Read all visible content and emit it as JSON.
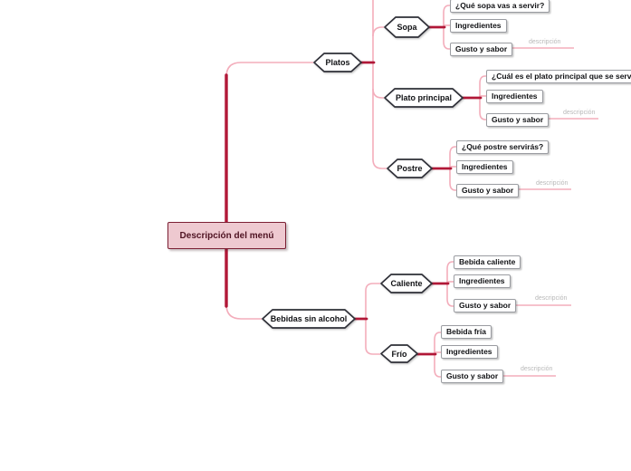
{
  "diagram": {
    "type": "mindmap",
    "root": {
      "label": "Descripción del menú"
    },
    "branches": [
      {
        "label": "Platos",
        "children": [
          {
            "label": "Sopa",
            "items": [
              {
                "label": "¿Qué sopa vas a servir?"
              },
              {
                "label": "Ingredientes"
              },
              {
                "label": "Gusto y sabor",
                "edge_label": "descripción"
              }
            ]
          },
          {
            "label": "Plato principal",
            "items": [
              {
                "label": "¿Cuál es el plato principal que se servirá?"
              },
              {
                "label": "Ingredientes"
              },
              {
                "label": "Gusto y sabor",
                "edge_label": "descripción"
              }
            ]
          },
          {
            "label": "Postre",
            "items": [
              {
                "label": "¿Qué postre servirás?"
              },
              {
                "label": "Ingredientes"
              },
              {
                "label": "Gusto y sabor",
                "edge_label": "descripción"
              }
            ]
          }
        ]
      },
      {
        "label": "Bebidas sin alcohol",
        "children": [
          {
            "label": "Caliente",
            "items": [
              {
                "label": "Bebida caliente"
              },
              {
                "label": "Ingredientes"
              },
              {
                "label": "Gusto y sabor",
                "edge_label": "descripción"
              }
            ]
          },
          {
            "label": "Frío",
            "items": [
              {
                "label": "Bebida fría"
              },
              {
                "label": "Ingredientes"
              },
              {
                "label": "Gusto y sabor",
                "edge_label": "descripción"
              }
            ]
          }
        ]
      }
    ],
    "colors": {
      "root_fill": "#eec9d0",
      "root_border": "#7b1f33",
      "root_text": "#4f1322",
      "line_dark": "#b11737",
      "line_light": "#f3adbb",
      "hexagon_border": "#2f3038",
      "hexagon_fill": "#ffffff",
      "leaf_border": "#9a9ca1",
      "edge_label_text": "#b9b9b9"
    }
  }
}
